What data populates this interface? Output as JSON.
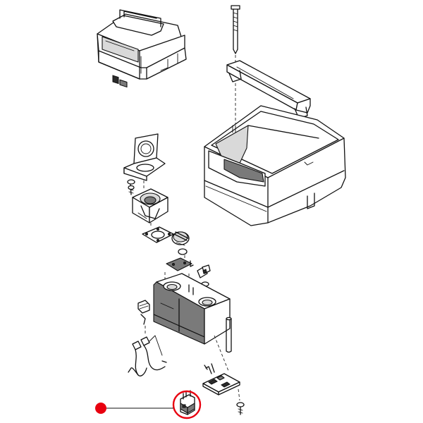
{
  "diagram": {
    "highlight_color": "#e8000f",
    "marker_color": "#e8000f",
    "line_color": "#111111",
    "parts": [
      "assembled-unit",
      "mounting-rod",
      "mounting-bracket",
      "housing-cover",
      "socket-flap",
      "socket-screw",
      "socket-insert",
      "socket-gasket",
      "knob",
      "o-ring",
      "connector-plate",
      "plug-pieces",
      "control-housing",
      "cable-gland",
      "wire-harness",
      "guide-pin",
      "circuit-board",
      "board-screw",
      "switch-component"
    ],
    "highlighted_part": "switch-component"
  }
}
